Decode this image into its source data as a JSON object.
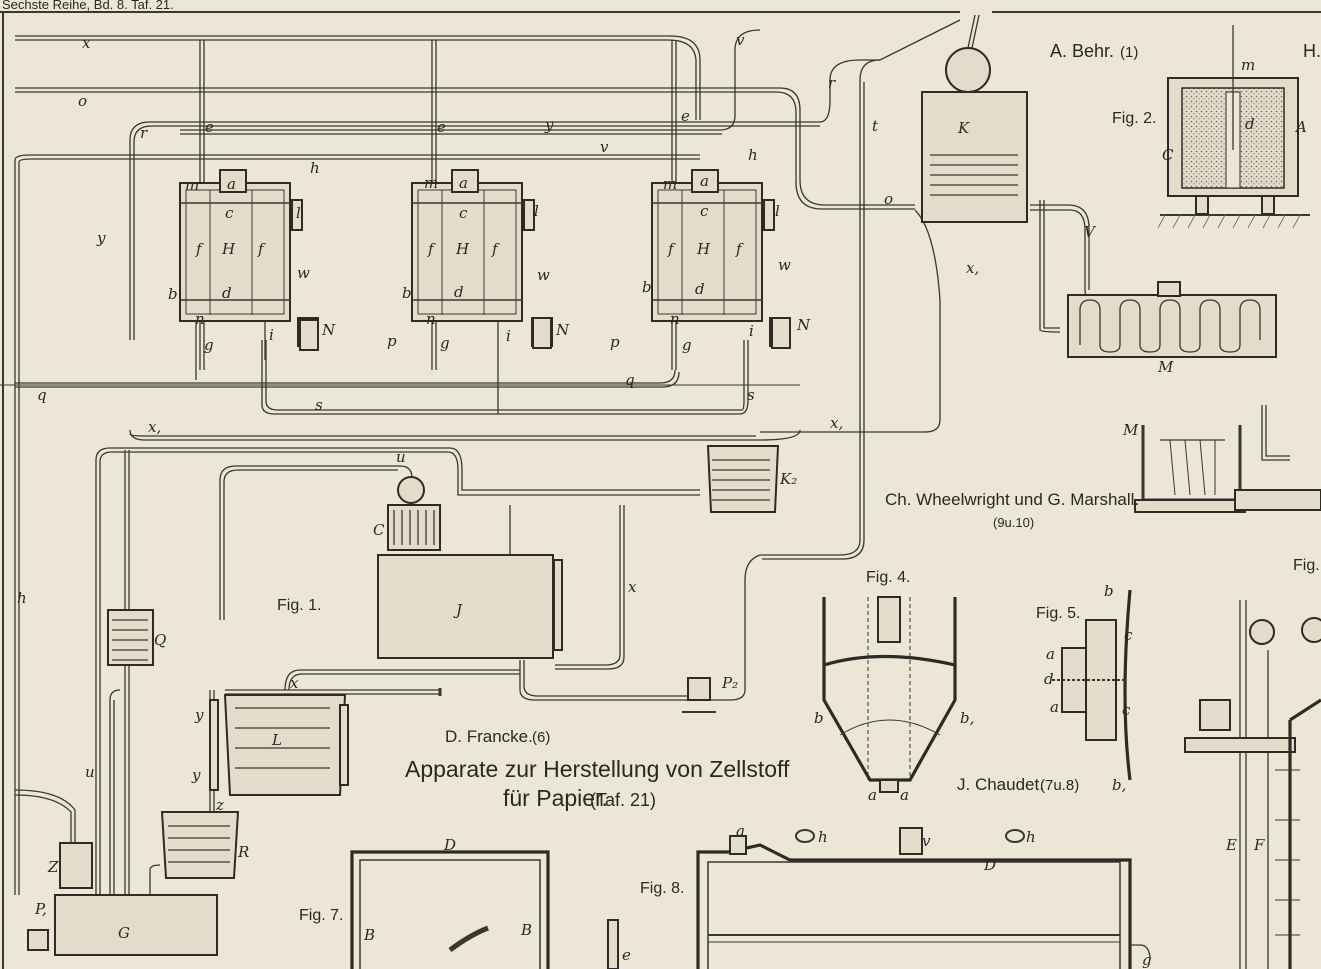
{
  "header": {
    "series_note": "Sechste Reihe, Bd. 8. Taf. 21."
  },
  "title": {
    "line1": "Apparate zur Herstellung von Zellstoff",
    "line2": "für Papier.",
    "plate_ref": "(Taf. 21)"
  },
  "credits": {
    "behr": "A. Behr.",
    "behr_ref": "(1)",
    "wheelwright": "Ch. Wheelwright und G. Marshall.",
    "wheelwright_ref": "(9u.10)",
    "francke": "D. Francke.",
    "francke_ref": "(6)",
    "chaudet": "J. Chaudet.",
    "chaudet_ref": "(7u.8)",
    "h_partial": "H."
  },
  "figures": {
    "fig1": "Fig. 1.",
    "fig2": "Fig. 2.",
    "fig4": "Fig. 4.",
    "fig5": "Fig. 5.",
    "fig7": "Fig. 7.",
    "fig8": "Fig. 8.",
    "fig_partial": "Fig."
  },
  "labels": {
    "x": "x",
    "o": "o",
    "y": "y",
    "v": "v",
    "r": "r",
    "t": "t",
    "e": "e",
    "h": "h",
    "l": "l",
    "w": "w",
    "N": "N",
    "m": "m",
    "a": "a",
    "c": "c",
    "f": "f",
    "H": "H",
    "b": "b",
    "d": "d",
    "n": "n",
    "g": "g",
    "i": "i",
    "p": "p",
    "q": "q",
    "s": "s",
    "x1": "x,",
    "u": "u",
    "C": "C",
    "J": "J",
    "K": "K",
    "K2": "K₂",
    "V": "V",
    "M": "M",
    "Q": "Q",
    "P2": "P₂",
    "P1": "P,",
    "L": "L",
    "z": "z",
    "Z": "Z",
    "R": "R",
    "G": "G",
    "D": "D",
    "B": "B",
    "A": "A",
    "b1": "b,",
    "E": "E",
    "F": "F",
    "tt": "t"
  }
}
